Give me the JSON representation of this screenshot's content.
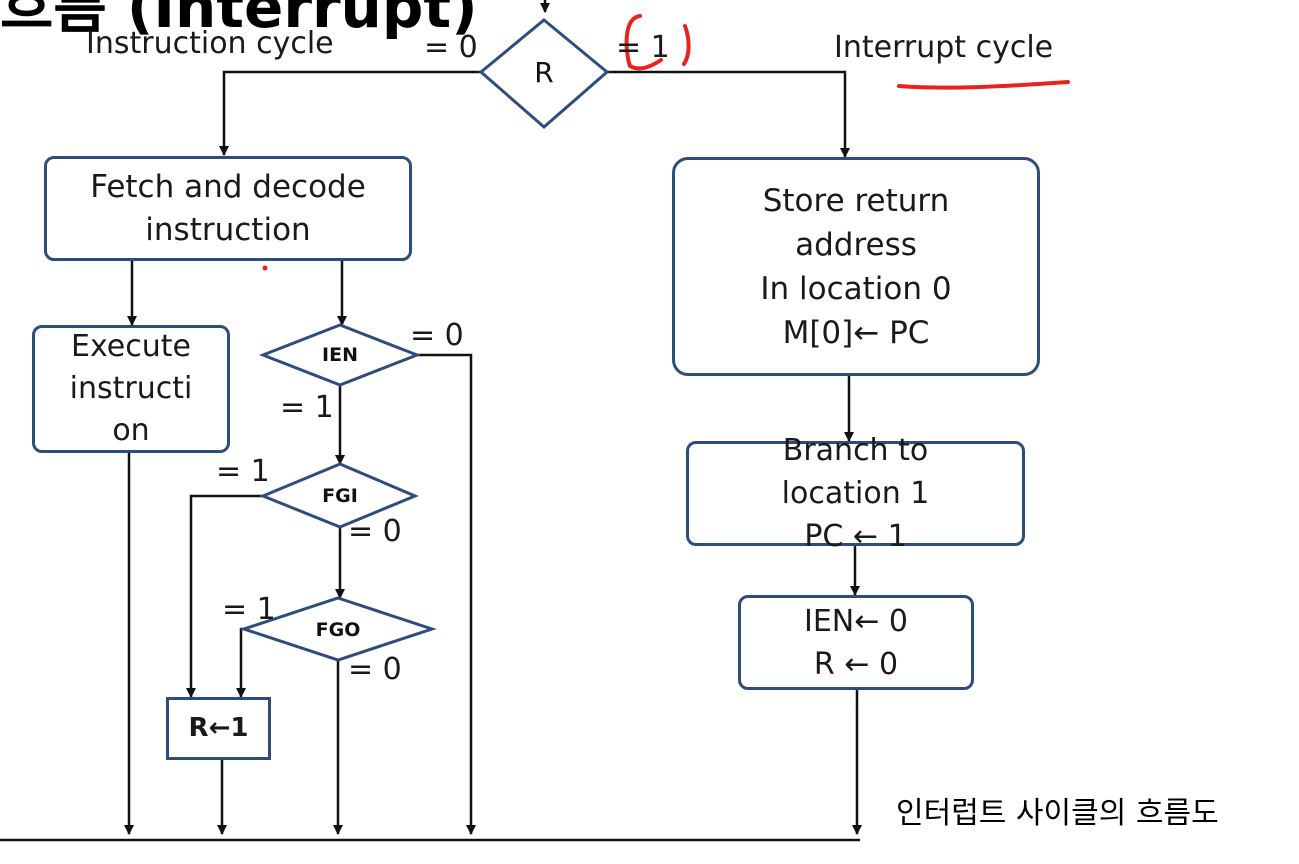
{
  "title": "흐름 (Interrupt)",
  "caption": "인터럽트 사이클의 흐름도",
  "labels": {
    "instruction_cycle": "Instruction cycle",
    "interrupt_cycle": "Interrupt cycle",
    "r_eq0": "= 0",
    "r_eq1": "= 1",
    "ien_eq0": "= 0",
    "ien_eq1": "= 1",
    "fgi_eq1": "= 1",
    "fgi_eq0": "= 0",
    "fgo_eq1": "= 1",
    "fgo_eq0": "= 0"
  },
  "decisions": {
    "r": "R",
    "ien": "IEN",
    "fgi": "FGI",
    "fgo": "FGO"
  },
  "boxes": {
    "fetch": [
      "Fetch and decode",
      "instruction"
    ],
    "execute": [
      "Execute",
      "instructi",
      "on"
    ],
    "r_set": "R←1",
    "store": [
      "Store return",
      "address",
      "In location 0",
      "M[0]← PC"
    ],
    "branch": [
      "Branch to",
      "location 1",
      "PC ← 1"
    ],
    "reset": [
      "IEN← 0",
      "R ← 0"
    ]
  },
  "colors": {
    "box_border": "#2e4d7b",
    "annotation": "#e8231b"
  }
}
